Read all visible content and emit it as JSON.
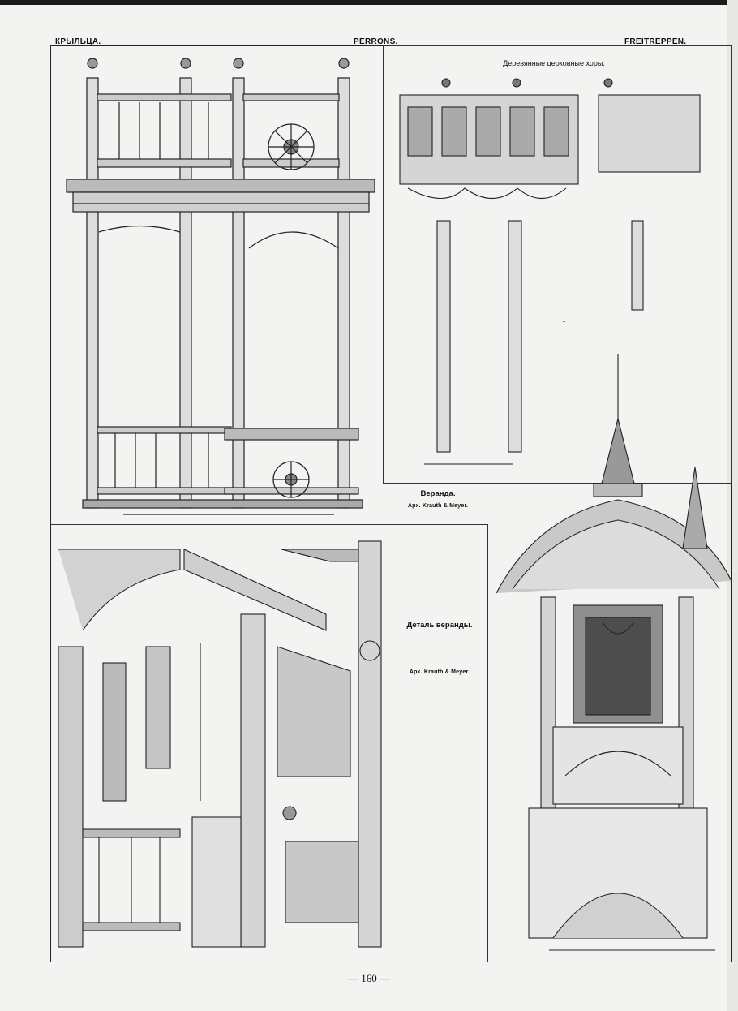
{
  "header": {
    "left": "КРЫЛЬЦА.",
    "center": "PERRONS.",
    "right": "FREITREPPEN."
  },
  "captions": {
    "choir_title": "Деревянные церковные хоры.",
    "veranda_title": "Веранда.",
    "veranda_architect": "Арх. Krauth & Meyer.",
    "detail_title": "Деталь веранды.",
    "detail_architect": "Арх. Krauth & Meyer."
  },
  "page_number": "— 160 —"
}
